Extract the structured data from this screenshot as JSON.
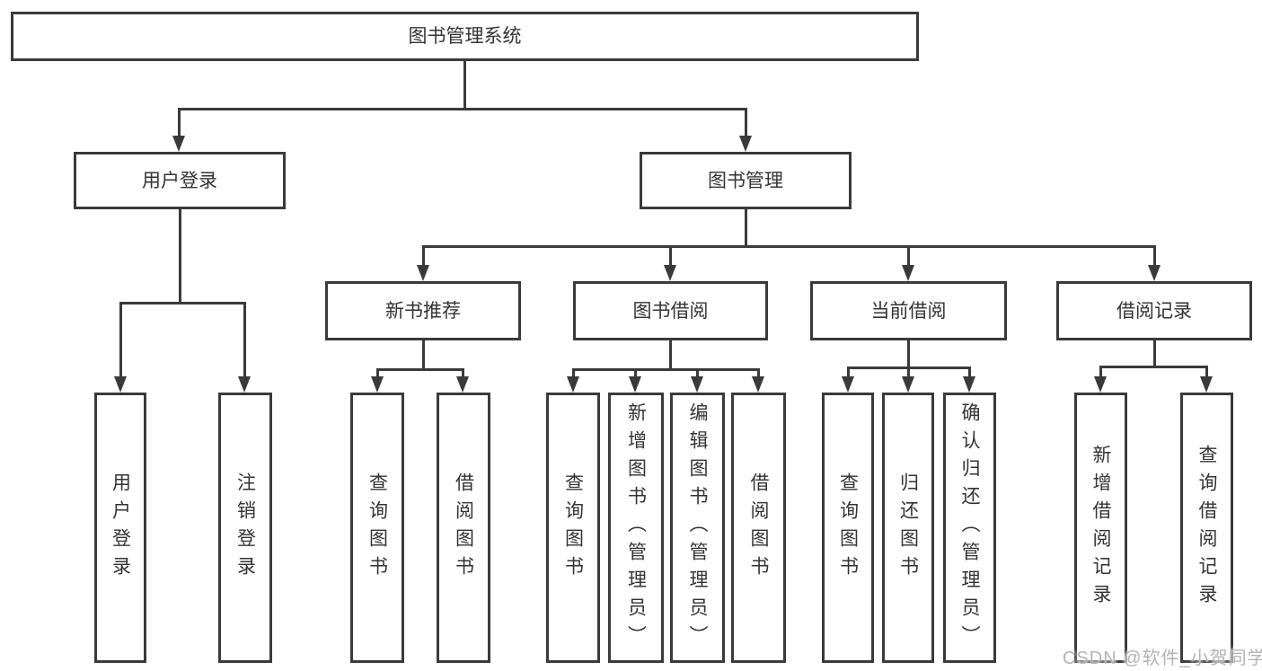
{
  "diagram": {
    "root": "图书管理系统",
    "level2": [
      "用户登录",
      "图书管理"
    ],
    "level3": [
      "新书推荐",
      "图书借阅",
      "当前借阅",
      "借阅记录"
    ],
    "leaves_user_login": [
      "用户登录",
      "注销登录"
    ],
    "leaves_new_book": [
      "查询图书",
      "借阅图书"
    ],
    "leaves_book_borrow": [
      "查询图书",
      "新增图书（管理员）",
      "编辑图书（管理员）",
      "借阅图书"
    ],
    "leaves_current_borrow": [
      "查询图书",
      "归还图书",
      "确认归还（管理员）"
    ],
    "leaves_borrow_record": [
      "新增借阅记录",
      "查询借阅记录"
    ]
  },
  "watermark": "CSDN @软件_小贺同学",
  "colors": {
    "line": "#3a3a3a",
    "text": "#333333",
    "watermark": "#b3b3b3",
    "background": "#ffffff"
  }
}
